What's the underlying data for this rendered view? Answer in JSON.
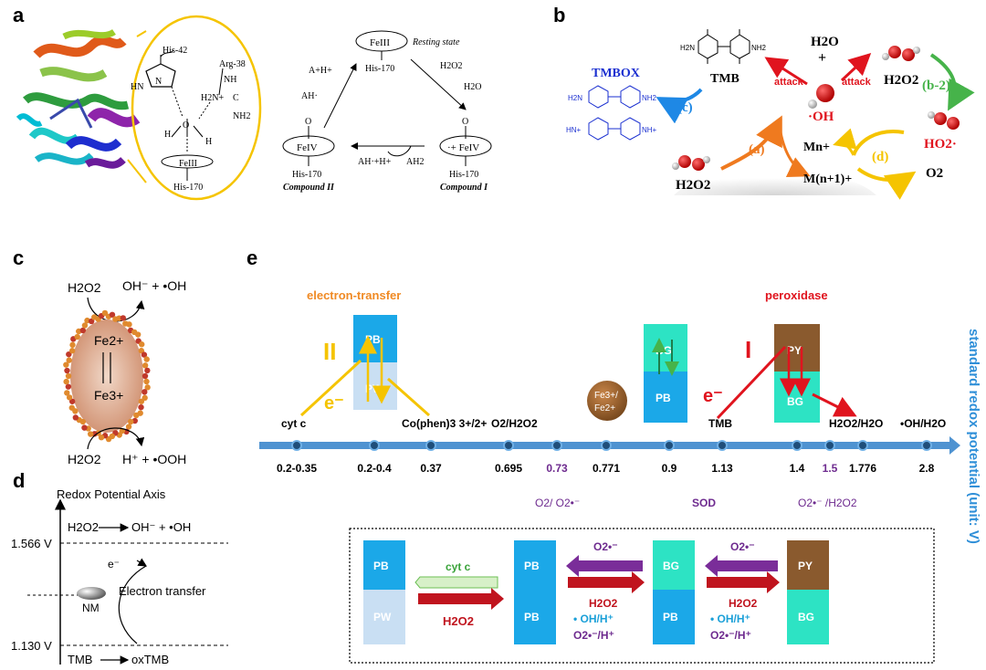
{
  "panel_labels": {
    "a": "a",
    "b": "b",
    "c": "c",
    "d": "d",
    "e": "e"
  },
  "panel_a": {
    "his42": "His-42",
    "arg38": "Arg-38",
    "hn": "HN",
    "n": "N",
    "nh": "NH",
    "h2n": "H2N+",
    "c": "C",
    "nh2": "NH2",
    "h": "H",
    "o": "O",
    "fe3": "FeIII",
    "his170": "His-170",
    "resting_fe": "FeIII",
    "resting_state": "Resting state",
    "resting_his": "His-170",
    "ah_plus": "A+H+",
    "ah_dot": "AH·",
    "h2o2": "H2O2",
    "h2o": "H2O",
    "c2_o": "O",
    "c2_fe": "FeIV",
    "c2_his": "His-170",
    "c2_name": "Compound II",
    "c1_o": "O",
    "c1_fe": "·+ FeIV",
    "c1_his": "His-170",
    "c1_name": "Compound I",
    "bottom_left": "AH·+H+",
    "bottom_right": "AH2"
  },
  "panel_b": {
    "tmbox": "TMBOX",
    "tmb": "TMB",
    "h2o": "H2O",
    "plus": "+",
    "oh": "·OH",
    "h2o2_top": "H2O2",
    "attack1": "attack",
    "attack2": "attack",
    "c_label": "(c)",
    "b2_label": "(b-2)",
    "ho2": "HO2·",
    "a_label": "(a)",
    "mn": "Mn+",
    "mn1": "M(n+1)+",
    "d_label": "(d)",
    "o2": "O2",
    "h2o2_bottom": "H2O2",
    "h2n": "H2N",
    "nh2": "NH2",
    "hn_plus": "HN+",
    "nh_plus": "NH+"
  },
  "panel_c": {
    "h2o2_top": "H2O2",
    "products_top": "OH⁻ + •OH",
    "fe2": "Fe2+",
    "fe3": "Fe3+",
    "h2o2_bottom": "H2O2",
    "products_bottom": "H⁺ + •OOH"
  },
  "panel_d": {
    "axis_title": "Redox Potential Axis",
    "top_reaction_l": "H2O2",
    "top_reaction_r": "OH⁻ + •OH",
    "v_high": "1.566 V",
    "electron": "e⁻",
    "transfer": "Electron transfer",
    "nm": "NM",
    "v_low": "1.130 V",
    "bottom_reaction_l": "TMB",
    "bottom_reaction_r": "oxTMB"
  },
  "panel_e": {
    "electron_transfer": "electron-transfer",
    "peroxidase": "peroxidase",
    "axis_title": "standard redox potential (unit: V)",
    "roman2": "II",
    "roman1": "I",
    "e1": "e⁻",
    "e2": "e⁻",
    "pb": "PB",
    "pw": "PW",
    "bg": "BG",
    "py": "PY",
    "fe_couple_top": "Fe3+/",
    "fe_couple_bottom": "Fe2+",
    "couples": [
      {
        "label": "cyt c",
        "value": "0.2-0.35"
      },
      {
        "label": "",
        "value": "0.2-0.4"
      },
      {
        "label": "Co(phen)3 3+/2+",
        "value": "0.37"
      },
      {
        "label": "O2/H2O2",
        "value": "0.695"
      },
      {
        "label": "",
        "value": "0.73"
      },
      {
        "label": "",
        "value": "0.771"
      },
      {
        "label": "",
        "value": "0.9"
      },
      {
        "label": "TMB",
        "value": "1.13"
      },
      {
        "label": "",
        "value": "1.4"
      },
      {
        "label": "",
        "value": "1.5"
      },
      {
        "label": "H2O2/H2O",
        "value": "1.776"
      },
      {
        "label": "•OH/H2O",
        "value": "2.8"
      }
    ],
    "below_o2": "O2/ O2•⁻",
    "below_sod": "SOD",
    "below_o2h2o2": "O2•⁻ /H2O2",
    "box": {
      "cytc": "cyt c",
      "h2o2_a": "H2O2",
      "o2r1": "O2•⁻",
      "h2o2_b": "H2O2",
      "oh_b": "• OH/H⁺",
      "o2h_b": "O2•⁻/H⁺",
      "o2r2": "O2•⁻",
      "h2o2_c": "H2O2",
      "oh_c": "• OH/H⁺",
      "o2h_c": "O2•⁻/H⁺"
    }
  },
  "colors": {
    "pb": "#1ba8e8",
    "pw": "#c9dff3",
    "bg": "#2de3c4",
    "py": "#8a5a2e",
    "axis": "#4f93d1",
    "orange": "#ef7a1f",
    "red": "#e0141e",
    "yellow": "#f5c400",
    "green": "#46b34a",
    "purple": "#6e2b8f",
    "blue": "#1565c0"
  }
}
